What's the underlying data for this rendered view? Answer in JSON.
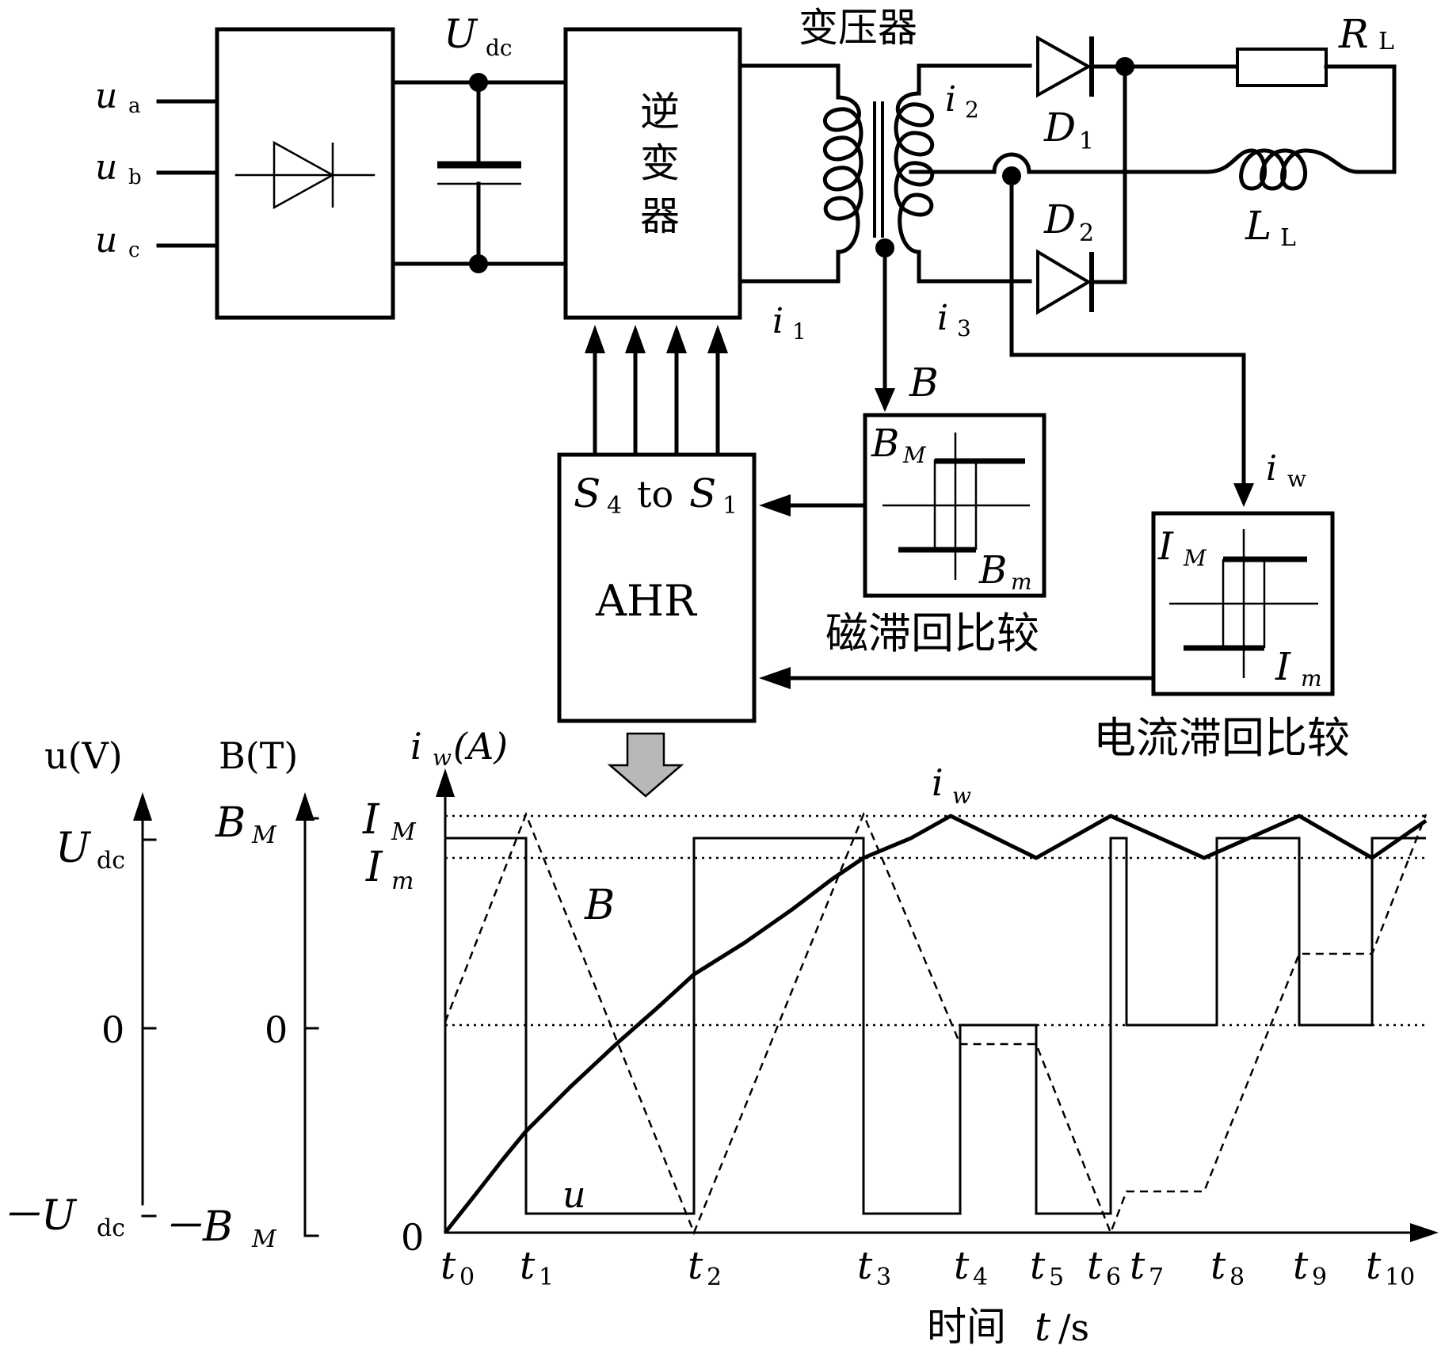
{
  "inputs": {
    "ua": "u",
    "ua_sub": "a",
    "ub": "u",
    "ub_sub": "b",
    "uc": "u",
    "uc_sub": "c"
  },
  "dc_link": {
    "label": "U",
    "sub": "dc"
  },
  "inverter": {
    "line1": "逆",
    "line2": "变",
    "line3": "器"
  },
  "transformer": {
    "label": "变压器"
  },
  "currents": {
    "i1": "i",
    "i1_sub": "1",
    "i2": "i",
    "i2_sub": "2",
    "i3": "i",
    "i3_sub": "3",
    "iw": "i",
    "iw_sub": "w"
  },
  "diodes": {
    "d1": "D",
    "d1_sub": "1",
    "d2": "D",
    "d2_sub": "2"
  },
  "load": {
    "r": "R",
    "r_sub": "L",
    "l": "L",
    "l_sub": "L"
  },
  "flux": {
    "label": "B"
  },
  "ahr": {
    "s4": "S",
    "s4_sub": "4",
    "to": "to",
    "s1": "S",
    "s1_sub": "1",
    "name": "AHR"
  },
  "mag_comparator": {
    "bM": "B",
    "bM_sub": "M",
    "bm": "B",
    "bm_sub": "m",
    "caption": "磁滞回比较"
  },
  "cur_comparator": {
    "IM": "I",
    "IM_sub": "M",
    "Im": "I",
    "Im_sub": "m",
    "caption": "电流滞回比较"
  },
  "axes": {
    "u_title": "u(V)",
    "b_title": "B(T)",
    "i_title": "i",
    "i_title_sub": "w",
    "i_title_unit": "(A)",
    "u_top": "U",
    "u_top_sub": "dc",
    "u_zero": "0",
    "u_bottom": "－U",
    "u_bottom_sub": "dc",
    "b_top": "B",
    "b_top_sub": "M",
    "b_zero": "0",
    "b_bottom": "－B",
    "b_bottom_sub": "M",
    "i_IM": "I",
    "i_IM_sub": "M",
    "i_Im": "I",
    "i_Im_sub": "m",
    "i_zero": "0",
    "x_label": "时间",
    "x_var": "t",
    "x_unit": "/s"
  },
  "waveform_labels": {
    "B": "B",
    "u": "u",
    "iw": "i",
    "iw_sub": "w"
  },
  "time_ticks": [
    {
      "t": "t",
      "sub": "0"
    },
    {
      "t": "t",
      "sub": "1"
    },
    {
      "t": "t",
      "sub": "2"
    },
    {
      "t": "t",
      "sub": "3"
    },
    {
      "t": "t",
      "sub": "4"
    },
    {
      "t": "t",
      "sub": "5"
    },
    {
      "t": "t",
      "sub": "6"
    },
    {
      "t": "t",
      "sub": "7"
    },
    {
      "t": "t",
      "sub": "8"
    },
    {
      "t": "t",
      "sub": "9"
    },
    {
      "t": "t",
      "sub": "10"
    }
  ]
}
